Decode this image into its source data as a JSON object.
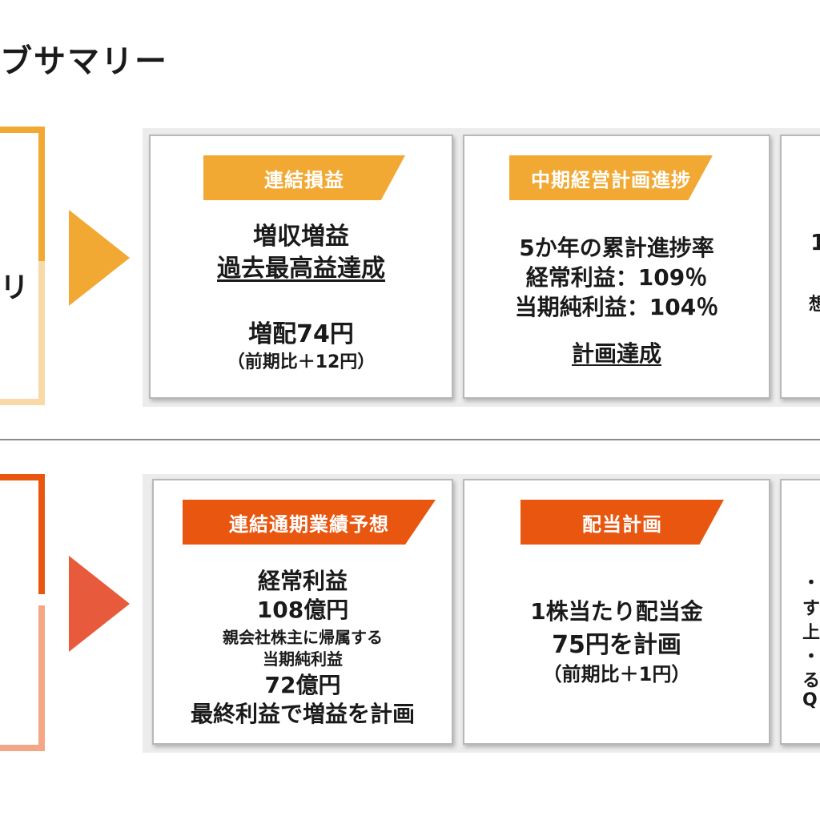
{
  "page": {
    "title": "ブサマリー"
  },
  "colors": {
    "yellow": "#f2a934",
    "light_yellow": "#f9d9a6",
    "orange": "#e8560f",
    "red_orange": "#e85a3c",
    "salmon": "#f3a784"
  },
  "top": {
    "side_label": "リ",
    "card1": {
      "tag": "連結損益",
      "line1": "増収増益",
      "line2": "過去最高益達成",
      "line3": "増配74円",
      "line4": "（前期比＋12円）"
    },
    "card2": {
      "tag": "中期経営計画進捗",
      "line1": "5か年の累計進捗率",
      "line2": "経常利益：109％",
      "line3": "当期純利益：104％",
      "line4": "計画達成"
    },
    "card3": {
      "frag1": "1",
      "frag2": "・",
      "frag3": "想"
    }
  },
  "bottom": {
    "card1": {
      "tag": "連結通期業績予想",
      "line1": "経常利益",
      "line2": "108億円",
      "line3": "親会社株主に帰属する",
      "line4": "当期純利益",
      "line5": "72億円",
      "line6": "最終利益で増益を計画"
    },
    "card2": {
      "tag": "配当計画",
      "line1": "1株当たり配当金",
      "line2": "75円を計画",
      "line3": "（前期比＋1円）"
    },
    "card3": {
      "frag1": "・",
      "frag2": "す",
      "frag3": "上",
      "frag4": "・",
      "frag5": "る",
      "frag6": "Q"
    }
  }
}
